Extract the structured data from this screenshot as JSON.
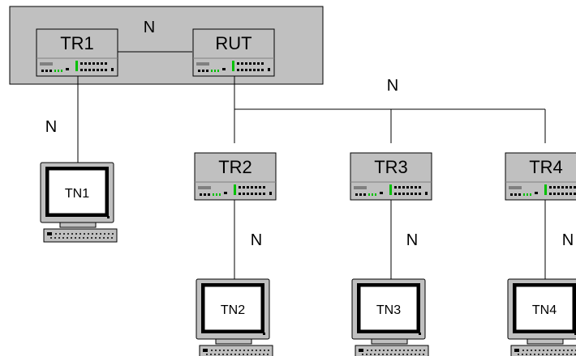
{
  "routers": [
    {
      "id": "tr1",
      "label": "TR1"
    },
    {
      "id": "rut",
      "label": "RUT"
    },
    {
      "id": "tr2",
      "label": "TR2"
    },
    {
      "id": "tr3",
      "label": "TR3"
    },
    {
      "id": "tr4",
      "label": "TR4"
    }
  ],
  "terminals": [
    {
      "id": "tn1",
      "label": "TN1"
    },
    {
      "id": "tn2",
      "label": "TN2"
    },
    {
      "id": "tn3",
      "label": "TN3"
    },
    {
      "id": "tn4",
      "label": "TN4"
    }
  ],
  "links": {
    "tr1_rut": "N",
    "rut_bus": "N",
    "tr1_tn1": "N",
    "tr2_tn2": "N",
    "tr3_tn3": "N",
    "tr4_tn4": "N"
  },
  "colors": {
    "router_body": "#c0c0c0",
    "enclosure": "#c0c0c0",
    "led_green": "#00c000",
    "screen": "#ffffff",
    "monitor": "#c0c0c0",
    "line": "#000000"
  },
  "icons": {
    "router": "switch-icon",
    "terminal": "computer-terminal-icon"
  }
}
